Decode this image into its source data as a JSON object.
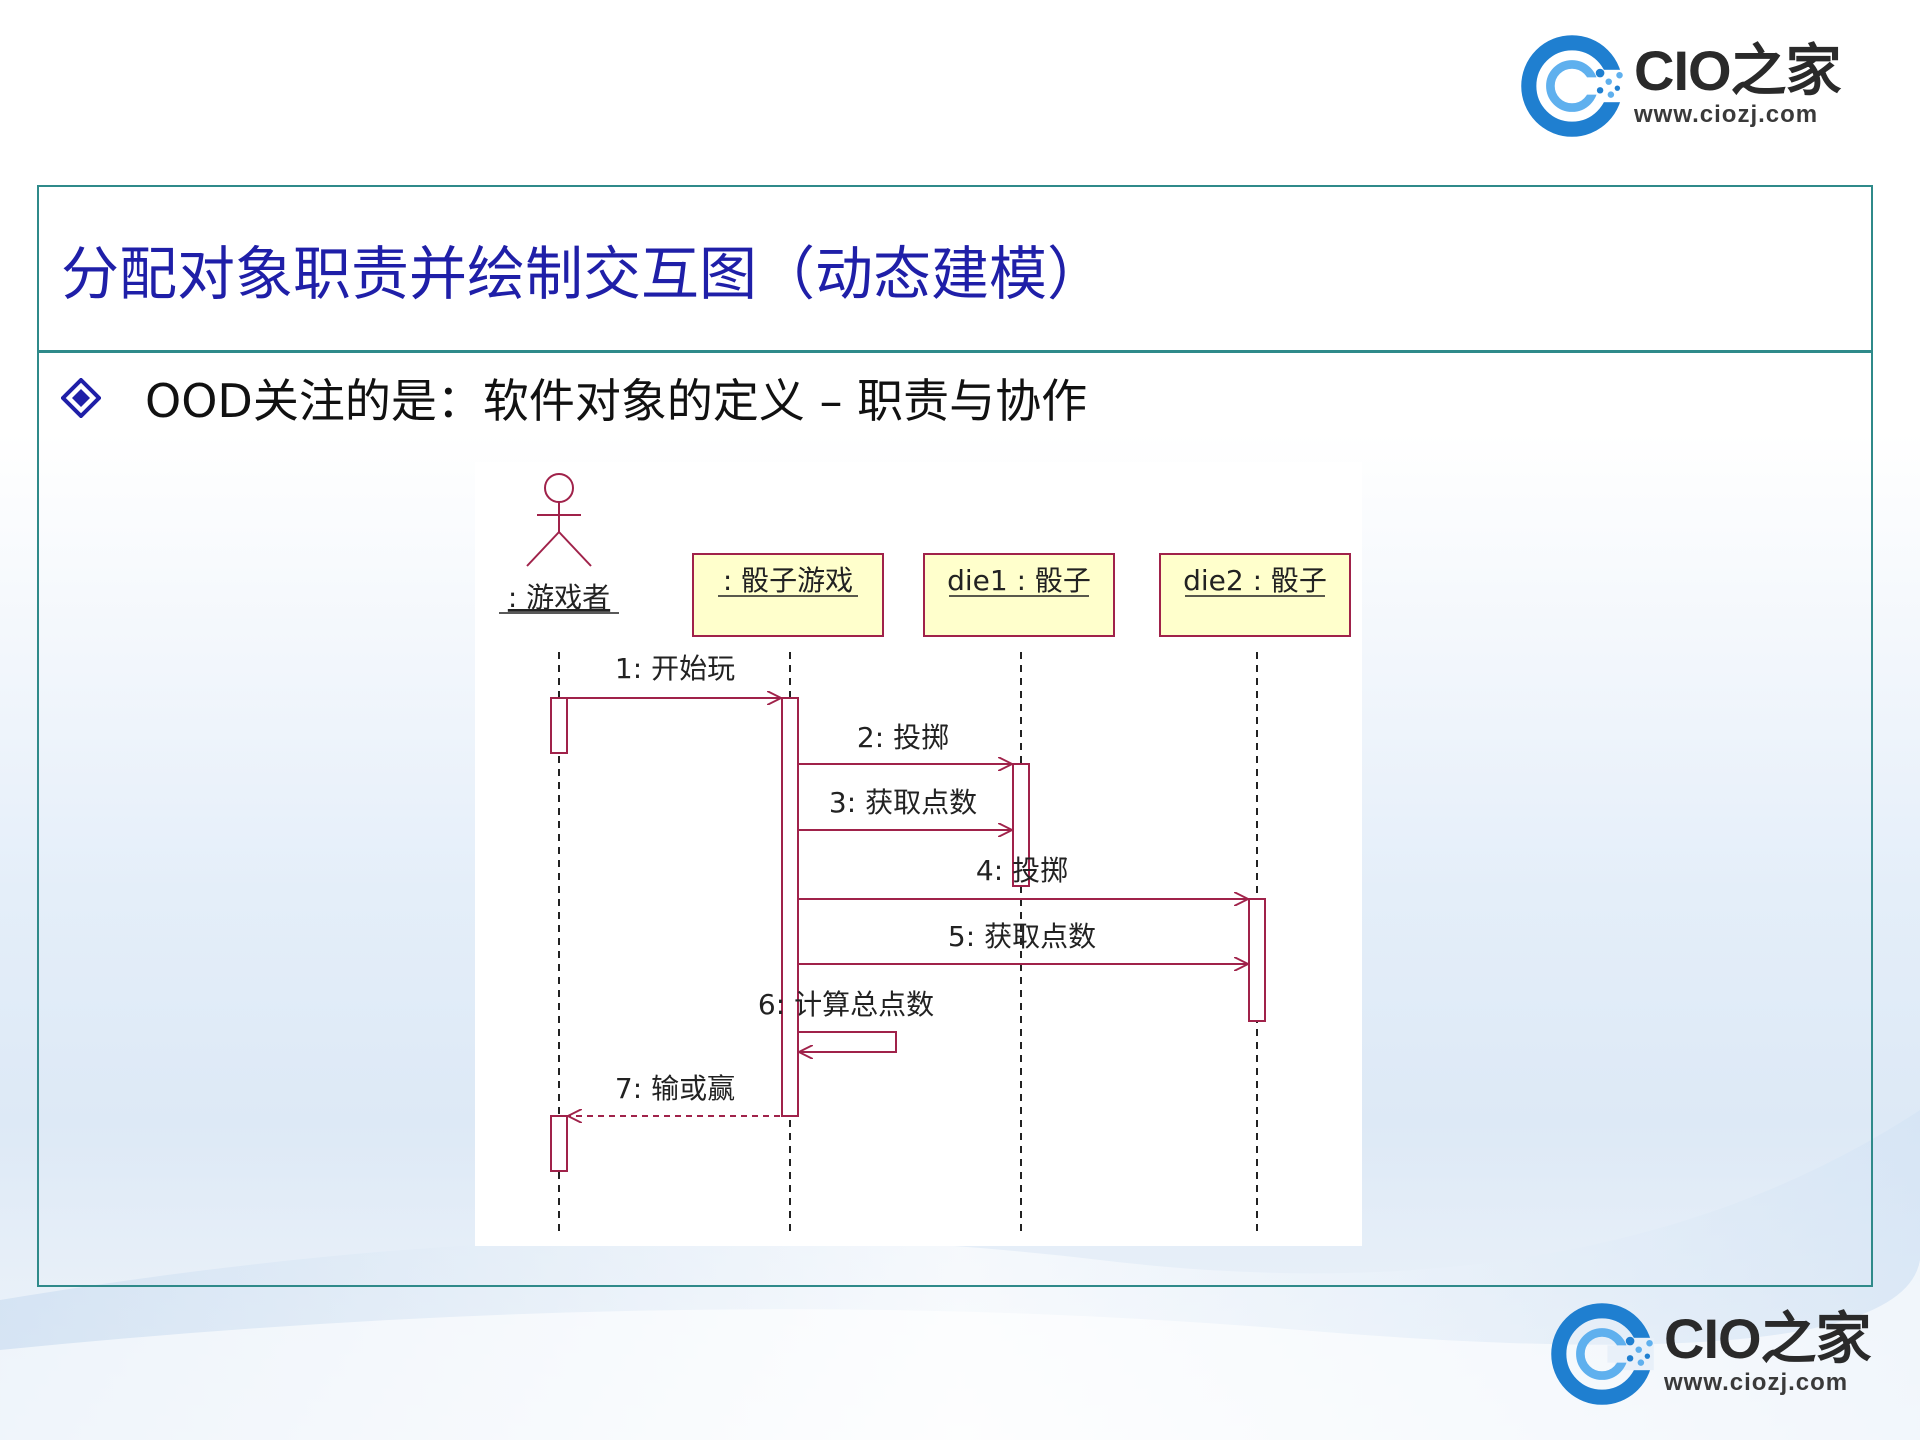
{
  "logo": {
    "name": "CIO之家",
    "url": "www.ciozj.com"
  },
  "slide": {
    "title": "分配对象职责并绘制交互图（动态建模）",
    "bullet": "OOD关注的是：软件对象的定义 – 职责与协作"
  },
  "diagram": {
    "actor": ": 游戏者",
    "objects": [
      ": 骰子游戏",
      "die1 : 骰子",
      "die2 : 骰子"
    ],
    "messages": [
      "1: 开始玩",
      "2: 投掷",
      "3: 获取点数",
      "4: 投掷",
      "5: 获取点数",
      "6: 计算总点数",
      "7: 输或赢"
    ],
    "colors": {
      "object_fill": "#ffffcc",
      "line": "#a0224a",
      "title": "#1f1fa8",
      "frame": "#2f8a8a"
    }
  }
}
